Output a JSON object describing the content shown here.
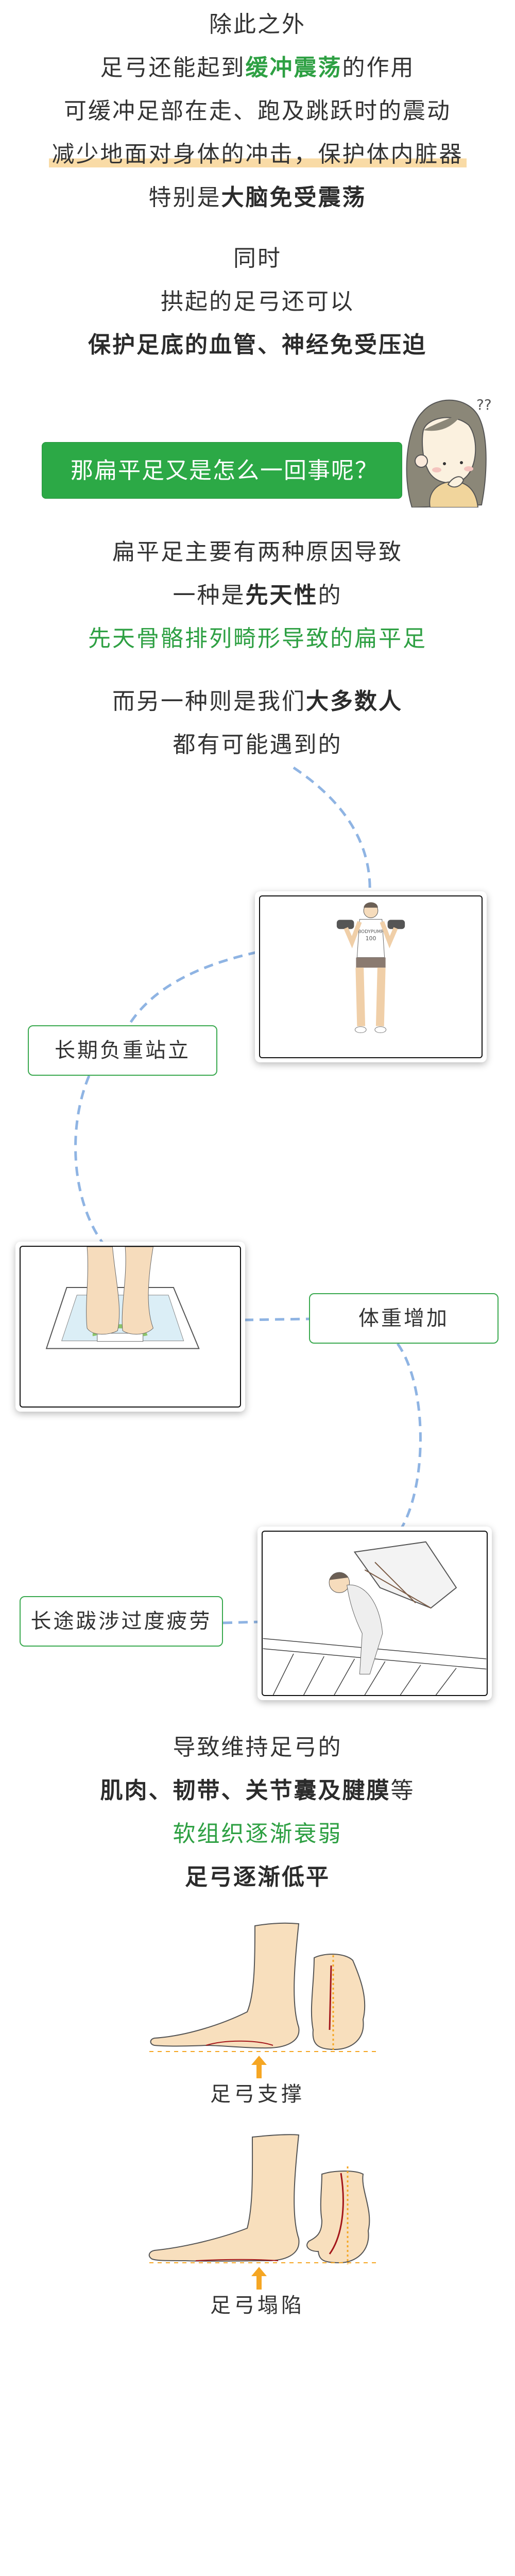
{
  "section1": {
    "l1": "除此之外",
    "l2_a": "足弓还能起到",
    "l2_b": "缓冲震荡",
    "l2_c": "的作用",
    "l3": "可缓冲足部在走、跑及跳跃时的震动",
    "l4": "减少地面对身体的冲击，保护体内脏器",
    "l5_a": "特别是",
    "l5_b": "大脑免受震荡"
  },
  "section2": {
    "l1": "同时",
    "l2": "拱起的足弓还可以",
    "l3": "保护足底的血管、神经免受压迫"
  },
  "banner": {
    "text": "那扁平足又是怎么一回事呢？",
    "question_marks": "??",
    "color": "#2ca946"
  },
  "section3": {
    "l1": "扁平足主要有两种原因导致",
    "l2_a": "一种是",
    "l2_b": "先天性",
    "l2_c": "的",
    "l3": "先天骨骼排列畸形导致的扁平足",
    "l4_a": "而另一种则是我们",
    "l4_b": "大多数人",
    "l5": "都有可能遇到的"
  },
  "causes": [
    {
      "label": "长期负重站立",
      "image": "weightlifting-illustration",
      "shirt_text": "BODYPUMP 100"
    },
    {
      "label": "体重增加",
      "image": "feet-on-scale-illustration"
    },
    {
      "label": "长途跋涉过度疲劳",
      "image": "carrying-box-stairs-illustration"
    }
  ],
  "section4": {
    "l1": "导致维持足弓的",
    "l2_a": "肌肉、韧带、关节囊及腱膜",
    "l2_b": "等",
    "l3": "软组织逐渐衰弱",
    "l4": "足弓逐渐低平"
  },
  "diagrams": [
    {
      "label": "足弓支撑"
    },
    {
      "label": "足弓塌陷"
    }
  ],
  "colors": {
    "text": "#333333",
    "green": "#2ea043",
    "highlight": "#f9dba6",
    "connector": "#8fb4e3",
    "tag_border": "#3aa94f",
    "arrow": "#f5a623",
    "skin": "#f8dfbd"
  }
}
